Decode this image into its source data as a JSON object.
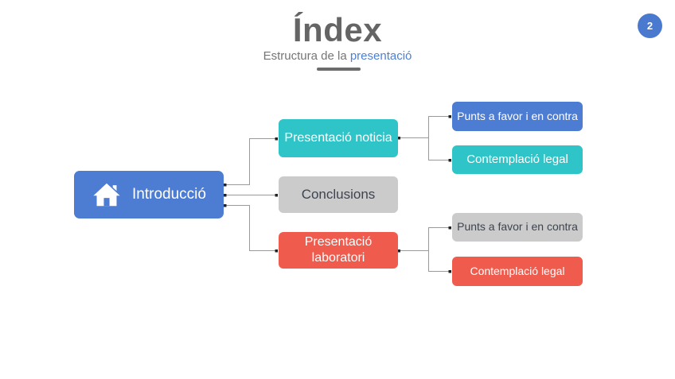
{
  "slide": {
    "title": "Índex",
    "subtitle": {
      "prefix": "Estructura de la ",
      "highlight": "presentació"
    },
    "page_number": "2"
  },
  "palette": {
    "accent_blue": "#4d7cd3",
    "accent_teal": "#2fc4c7",
    "accent_red": "#ef5c4e",
    "box_gray": "#cbcbcb",
    "dark_slate_text": "#3d4450",
    "title_gray": "#666566",
    "subtitle_gray": "#757575",
    "subtitle_link_blue": "#4d7fd6",
    "badge_blue": "#4a79d0",
    "connector_line": "#9a9a9a",
    "connector_endpoint": "#222222"
  },
  "diagram": {
    "root": {
      "id": "introduccio",
      "label": "Introducció",
      "icon": "home-icon",
      "color": "#4d7cd3"
    },
    "level1": [
      {
        "id": "presentacio-noticia",
        "label": "Presentació noticia",
        "color": "#2fc4c7"
      },
      {
        "id": "conclusions",
        "label": "Conclusions",
        "color": "#cbcbcb"
      },
      {
        "id": "presentacio-laboratori",
        "label": "Presentació laboratori",
        "color": "#ef5c4e"
      }
    ],
    "level2": [
      {
        "id": "punts-a-favor-noticia",
        "parent": "presentacio-noticia",
        "label": "Punts a favor i en contra",
        "color": "#4d7cd3"
      },
      {
        "id": "contemplacio-legal-noticia",
        "parent": "presentacio-noticia",
        "label": "Contemplació legal",
        "color": "#2fc4c7"
      },
      {
        "id": "punts-a-favor-laboratori",
        "parent": "presentacio-laboratori",
        "label": "Punts a favor i en contra",
        "color": "#cbcbcb"
      },
      {
        "id": "contemplacio-legal-laboratori",
        "parent": "presentacio-laboratori",
        "label": "Contemplació legal",
        "color": "#ef5c4e"
      }
    ],
    "connections": [
      {
        "from": "introduccio",
        "to": "presentacio-noticia"
      },
      {
        "from": "introduccio",
        "to": "conclusions"
      },
      {
        "from": "introduccio",
        "to": "presentacio-laboratori"
      },
      {
        "from": "presentacio-noticia",
        "to": "punts-a-favor-noticia"
      },
      {
        "from": "presentacio-noticia",
        "to": "contemplacio-legal-noticia"
      },
      {
        "from": "presentacio-laboratori",
        "to": "punts-a-favor-laboratori"
      },
      {
        "from": "presentacio-laboratori",
        "to": "contemplacio-legal-laboratori"
      }
    ]
  }
}
